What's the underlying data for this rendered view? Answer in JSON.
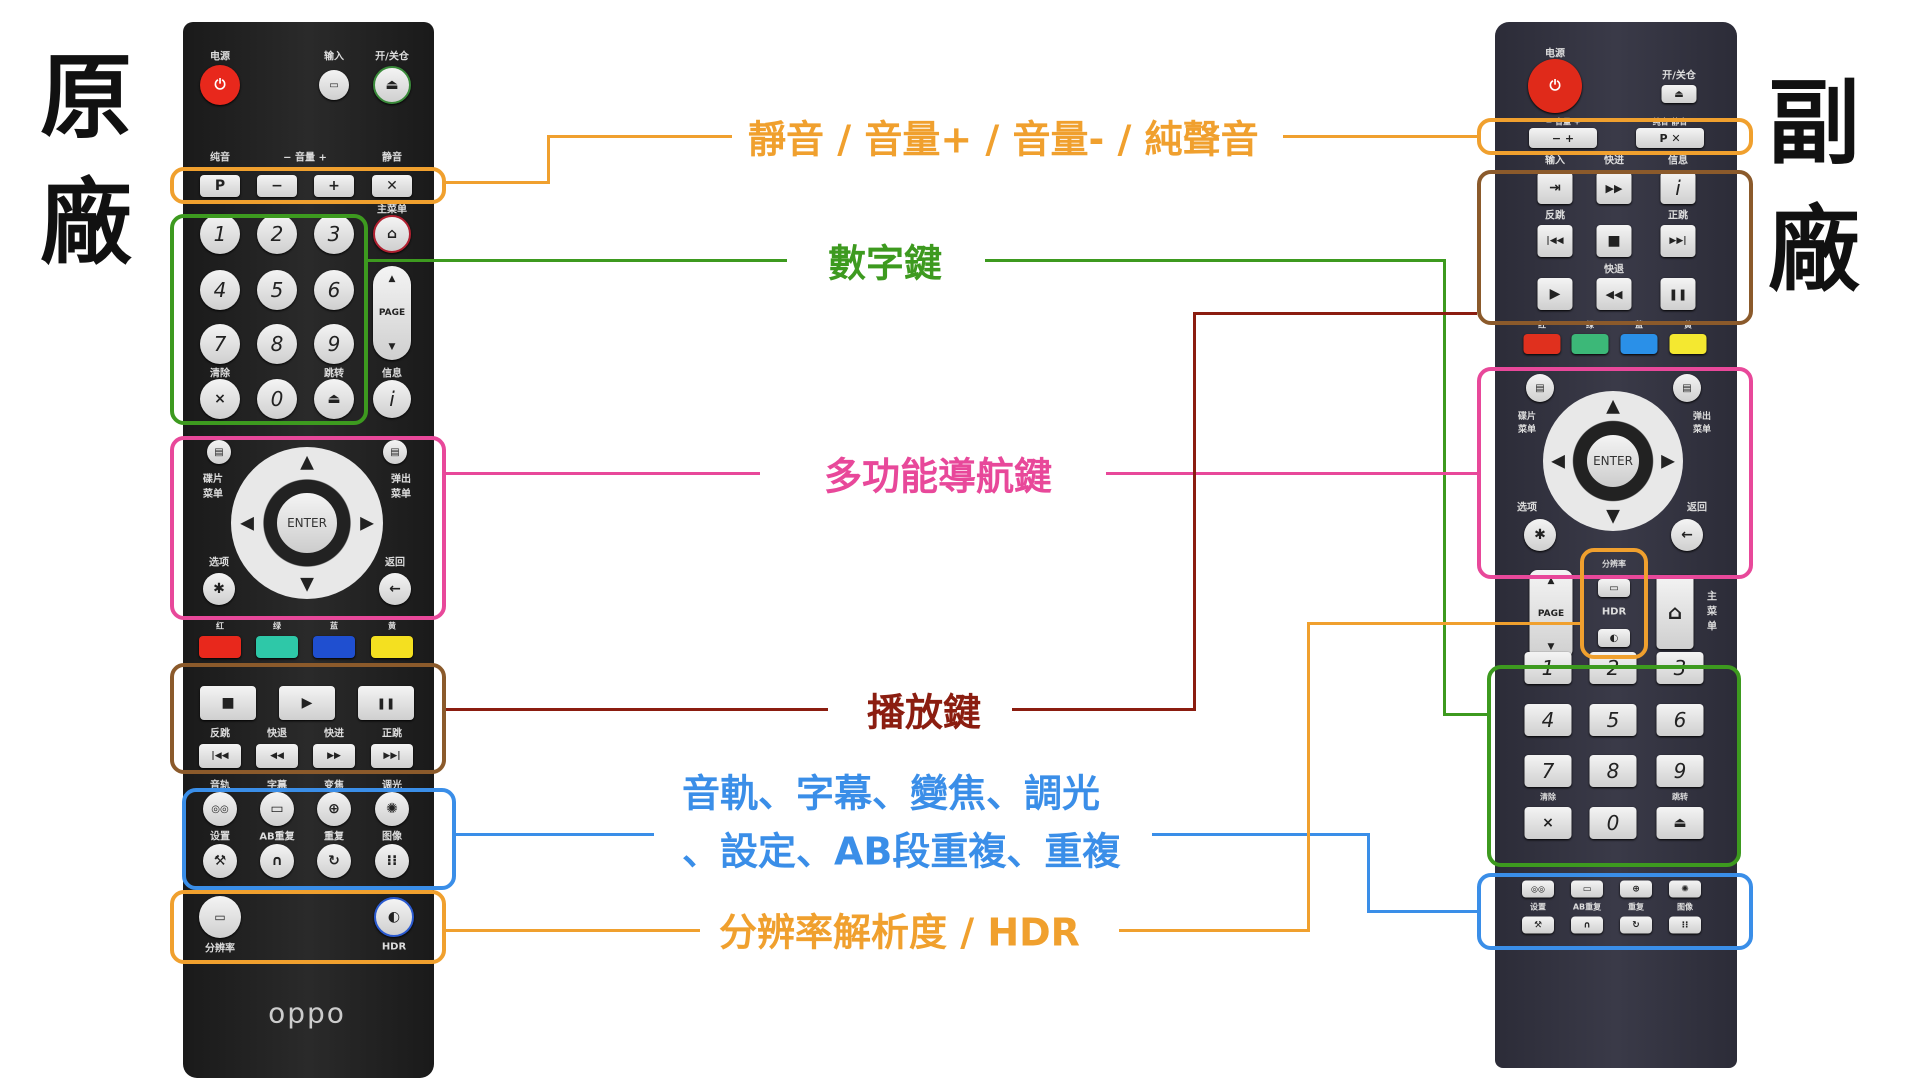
{
  "titles": {
    "original_1": "原",
    "original_2": "廠",
    "aftermarket_1": "副",
    "aftermarket_2": "廠"
  },
  "callouts": {
    "volume": "靜音 / 音量+ / 音量- / 純聲音",
    "numbers": "數字鍵",
    "navigation": "多功能導航鍵",
    "playback": "播放鍵",
    "functions_line1": "音軌、字幕、變焦、調光",
    "functions_line2": "、設定、AB段重複、重複",
    "resolution": "分辨率解析度 / HDR"
  },
  "colors": {
    "orange": "#f0a02e",
    "green": "#3d9a1f",
    "pink": "#e8489a",
    "brown": "#8b5a2b",
    "dark_red": "#8b1d10",
    "blue": "#3a8ee8"
  },
  "left": {
    "power": "电源",
    "input": "输入",
    "eject": "开/关仓",
    "pure": "纯音",
    "volume": "−  音量  +",
    "mute": "静音",
    "home": "主菜单",
    "p": "P",
    "minus": "−",
    "plus": "+",
    "mute_icon": "✕",
    "digits": [
      "1",
      "2",
      "3",
      "4",
      "5",
      "6",
      "7",
      "8",
      "9",
      "×",
      "0",
      "⏏"
    ],
    "clear": "清除",
    "goto": "跳转",
    "info": "信息",
    "info_icon": "i",
    "page": "PAGE",
    "up": "▲",
    "down": "▼",
    "disc_menu": "碟片菜单",
    "popup_menu": "弹出菜单",
    "option": "选项",
    "back": "返回",
    "enter": "ENTER",
    "star": "✱",
    "back_icon": "←",
    "color_labels": [
      "红",
      "绿",
      "蓝",
      "黄"
    ],
    "stop": "■",
    "play": "▶",
    "pause": "❚❚",
    "play_labels": [
      "反跳",
      "快退",
      "快进",
      "正跳"
    ],
    "skip": [
      "|◀◀",
      "◀◀",
      "▶▶",
      "▶▶|"
    ],
    "func_labels_1": [
      "音轨",
      "字幕",
      "变焦",
      "调光"
    ],
    "func_labels_2": [
      "设置",
      "AB重复",
      "重复",
      "图像"
    ],
    "func_icons_1": [
      "◎◎",
      "▭",
      "⊕",
      "✺"
    ],
    "func_icons_2": [
      "⚒",
      "∩",
      "↻",
      "⁝⁝"
    ],
    "resolution": "分辨率",
    "hdr": "HDR",
    "brand": "oppo"
  },
  "right": {
    "power": "电源",
    "eject": "开/关仓",
    "volume": "−  音量  +",
    "pure_mute": "纯音   静音",
    "minus_plus": "−    +",
    "p_mute": "P    ✕",
    "row_labels_1": [
      "输入",
      "快进",
      "信息"
    ],
    "row1": [
      "⇥",
      "▶▶",
      "i"
    ],
    "row_labels_2": [
      "反跳",
      "",
      "正跳"
    ],
    "row2": [
      "|◀◀",
      "■",
      "▶▶|"
    ],
    "row_label_3": "快退",
    "row3": [
      "▶",
      "◀◀",
      "❚❚"
    ],
    "color_labels": [
      "红",
      "绿",
      "蓝",
      "黄"
    ],
    "disc_menu": "碟片菜单",
    "popup_menu": "弹出菜单",
    "option": "选项",
    "back": "返回",
    "enter": "ENTER",
    "star": "✱",
    "back_icon": "←",
    "page": "PAGE",
    "up": "▲",
    "down": "▼",
    "resolution": "分辨率",
    "hdr": "HDR",
    "home": "主菜单",
    "digits": [
      "1",
      "2",
      "3",
      "4",
      "5",
      "6",
      "7",
      "8",
      "9",
      "×",
      "0",
      "⏏"
    ],
    "clear": "清除",
    "goto": "跳转",
    "func_labels_2": [
      "设置",
      "AB重复",
      "重复",
      "图像"
    ],
    "func_icons_1": [
      "◎◎",
      "▭",
      "⊕",
      "✺"
    ],
    "func_icons_2": [
      "⚒",
      "∩",
      "↻",
      "⁝⁝"
    ]
  }
}
